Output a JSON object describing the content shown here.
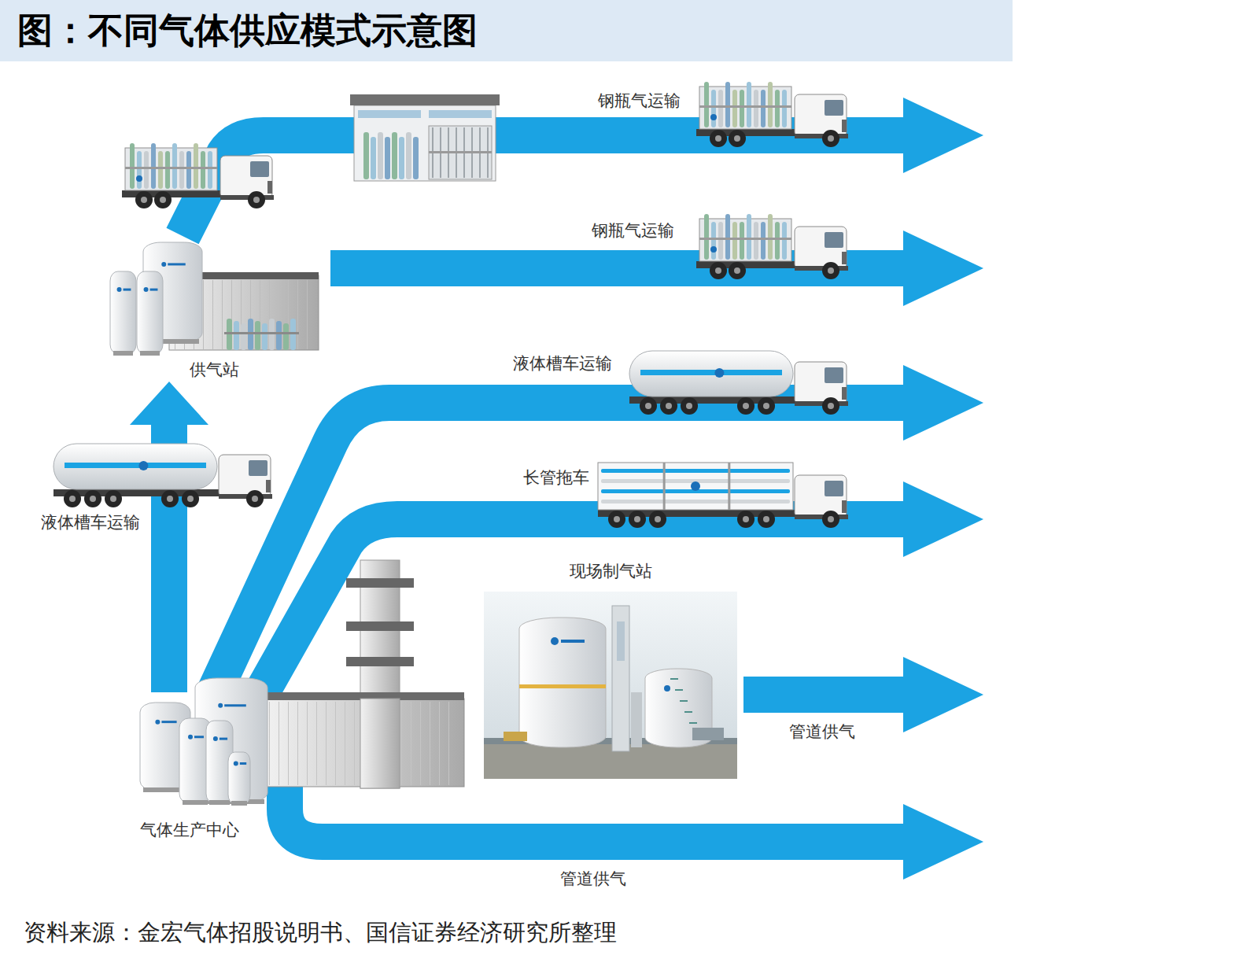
{
  "diagram": {
    "title": "图：不同气体供应模式示意图",
    "caption": "资料来源：金宏气体招股说明书、国信证券经济研究所整理",
    "nodes": [
      {
        "text": [
          "供气站"
        ]
      },
      {
        "text": [
          "现场制气站"
        ]
      },
      {
        "text": [
          "气体生产中心"
        ]
      }
    ],
    "edges": [
      {
        "from": 2,
        "to": 0,
        "arrow": "to",
        "label": "液体槽车运输"
      }
    ],
    "labels": [
      "钢瓶气运输",
      "钢瓶气运输",
      "液体槽车运输",
      "长管拖车",
      "管道供气",
      "管道供气"
    ]
  }
}
